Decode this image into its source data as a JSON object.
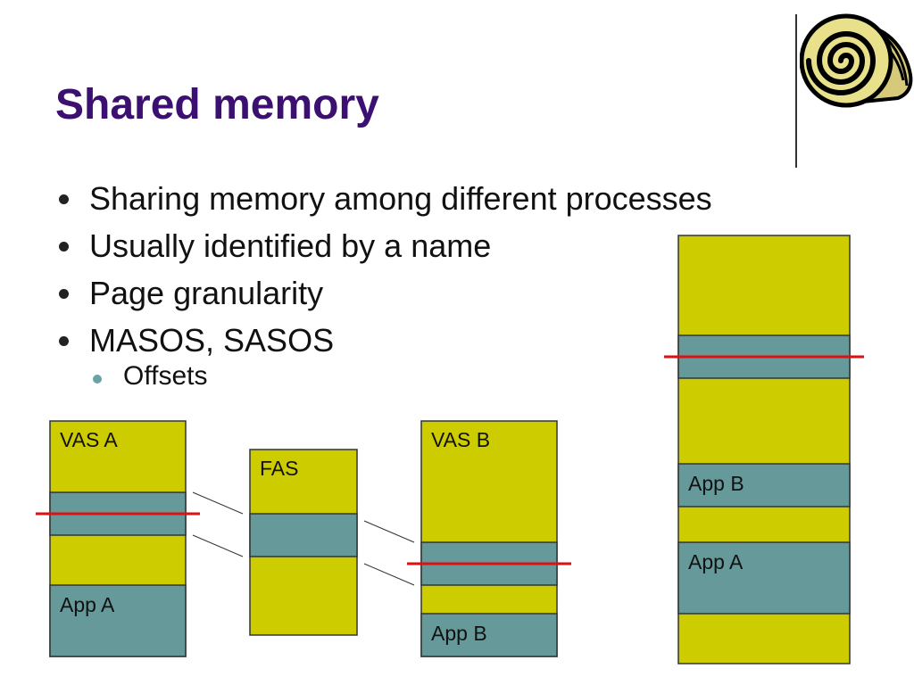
{
  "title": "Shared memory",
  "bullets": [
    "Sharing memory among different processes",
    "Usually identified by a name",
    "Page granularity",
    "MASOS, SASOS"
  ],
  "sub_bullet": "Offsets",
  "diagram": {
    "vas_a_label": "VAS A",
    "fas_label": "FAS",
    "vas_b_label": "VAS B",
    "app_a_label": "App A",
    "app_b_label": "App B",
    "colors": {
      "region": "#cccc00",
      "segment": "#669999",
      "marker": "#dd1111"
    }
  },
  "logo_icon": "snail-shell-icon"
}
